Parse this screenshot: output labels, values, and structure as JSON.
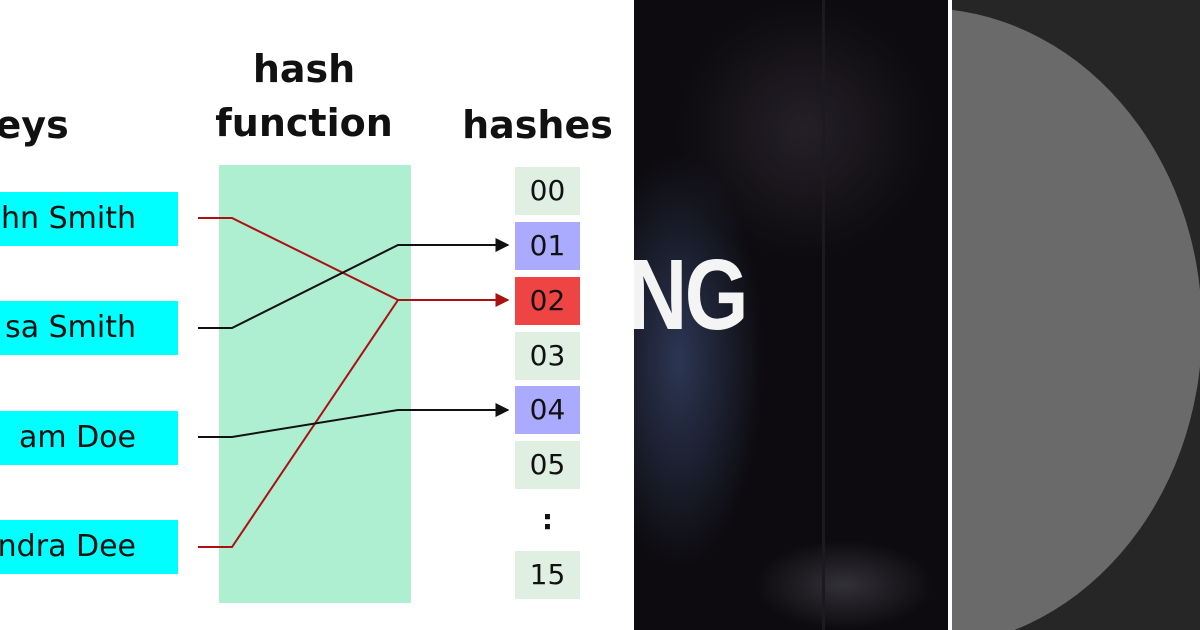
{
  "diagram": {
    "titles": {
      "keys": "keys",
      "hash_line1": "hash",
      "hash_line2": "function",
      "hashes": "hashes"
    },
    "keys": [
      "hn Smith",
      "sa Smith",
      "am Doe",
      "ndra Dee"
    ],
    "hashes": [
      "00",
      "01",
      "02",
      "03",
      "04",
      "05",
      ":",
      "15"
    ],
    "colors": {
      "key_fill": "#00ffff",
      "hash_function_fill": "#aeeed1",
      "hash_cell_fill": "#dff0e3",
      "hash_hit_fill": "#aaaaff",
      "hash_collision_fill": "#ee4444",
      "wire_normal": "#111111",
      "wire_collision": "#aa1111"
    },
    "mappings": [
      {
        "key": 0,
        "hash": 2,
        "collision": true
      },
      {
        "key": 1,
        "hash": 1,
        "collision": false
      },
      {
        "key": 2,
        "hash": 4,
        "collision": false
      },
      {
        "key": 3,
        "hash": 2,
        "collision": true
      }
    ]
  },
  "photo": {
    "overlay_text": "NG"
  }
}
